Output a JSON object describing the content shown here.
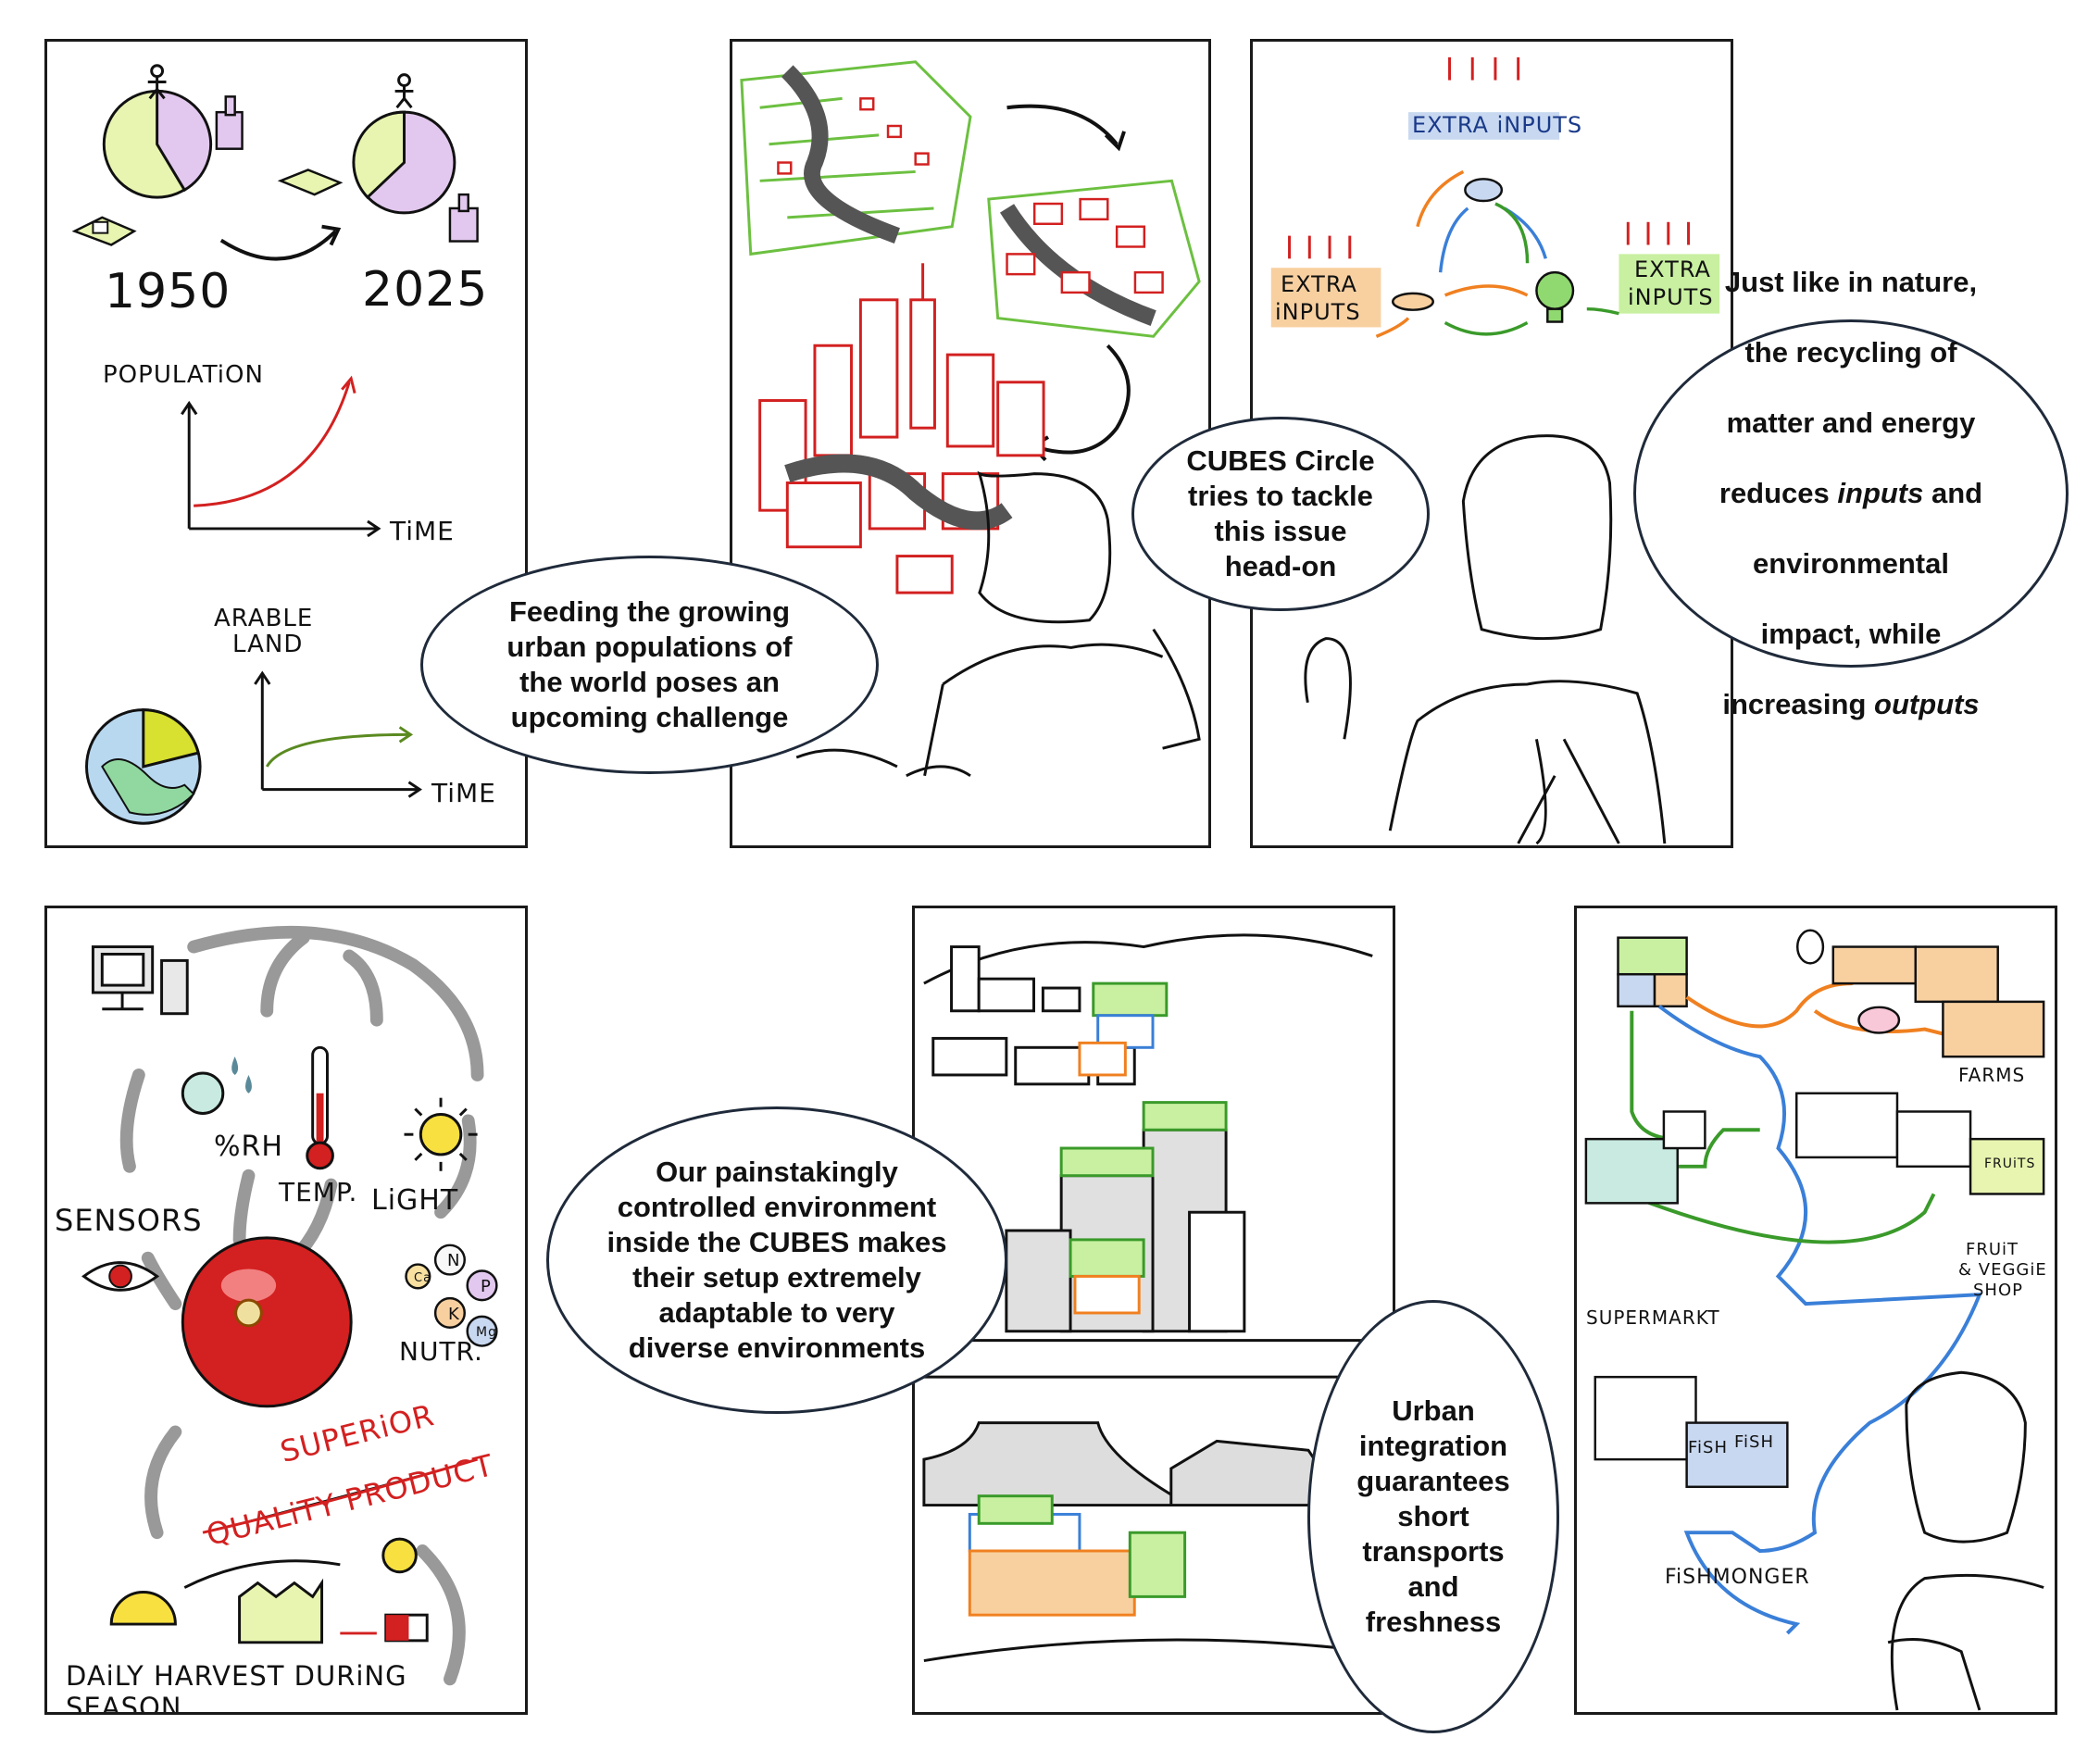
{
  "panel1": {
    "year_start": "1950",
    "year_end": "2025",
    "population_label": "POPULATiON",
    "time_label_1": "TiME",
    "arable_label_line1": "ARABLE",
    "arable_label_line2": "LAND",
    "time_label_2": "TiME"
  },
  "panel2": {},
  "panel3": {
    "extra_inputs_top": "EXTRA iNPUTS",
    "extra_inputs_left_1": "EXTRA",
    "extra_inputs_left_2": "iNPUTS",
    "extra_inputs_right_1": "EXTRA",
    "extra_inputs_right_2": "iNPUTS"
  },
  "bubbles": {
    "feeding": "Feeding the growing\nurban populations of\nthe world poses an\nupcoming challenge",
    "cubes_circle": "CUBES Circle\ntries to tackle\nthis issue\nhead-on",
    "nature_line1": "Just like in nature,",
    "nature_line2": "the recycling of",
    "nature_line3": "matter and energy",
    "nature_line4a": "reduces ",
    "nature_line4b": "inputs",
    "nature_line4c": " and",
    "nature_line5": "environmental",
    "nature_line6": "impact, while",
    "nature_line7a": "increasing ",
    "nature_line7b": "outputs",
    "controlled": "Our painstakingly\ncontrolled environment\ninside the CUBES makes\ntheir setup extremely\nadaptable to very\ndiverse environments",
    "urban": "Urban\nintegration\nguarantees\nshort\ntransports\nand\nfreshness"
  },
  "panel4": {
    "rh_label": "%RH",
    "temp_label": "TEMP.",
    "light_label": "LiGHT",
    "sensors_label": "SENSORS",
    "nutr_label": "NUTR.",
    "nutrient_letters": [
      "N",
      "P",
      "K",
      "Mg",
      "Ca"
    ],
    "superior_line1": "SUPERiOR",
    "superior_line2": "QUALiTY PRODUCT",
    "harvest_label": "DAiLY HARVEST DURiNG SEASON"
  },
  "panel5": {},
  "panel6": {
    "farms": "FARMS",
    "fruits_sign": "FRUiTS",
    "fruit_shop_line1": "FRUiT",
    "fruit_shop_line2": "& VEGGiE",
    "fruit_shop_line3": "SHOP",
    "supermarkt": "SUPERMARKT",
    "fish_sign_1": "FiSH",
    "fish_sign_2": "FiSH",
    "fishmonger": "FiSHMONGER"
  },
  "colors": {
    "red": "#d32020",
    "green_light": "#c8f0a0",
    "lilac": "#e2c8ee",
    "yellow_green": "#e8f5b0",
    "orange": "#f08020",
    "blue": "#3a7fd8",
    "green": "#3a9a2a",
    "bubble_border": "#1f2a3a"
  }
}
